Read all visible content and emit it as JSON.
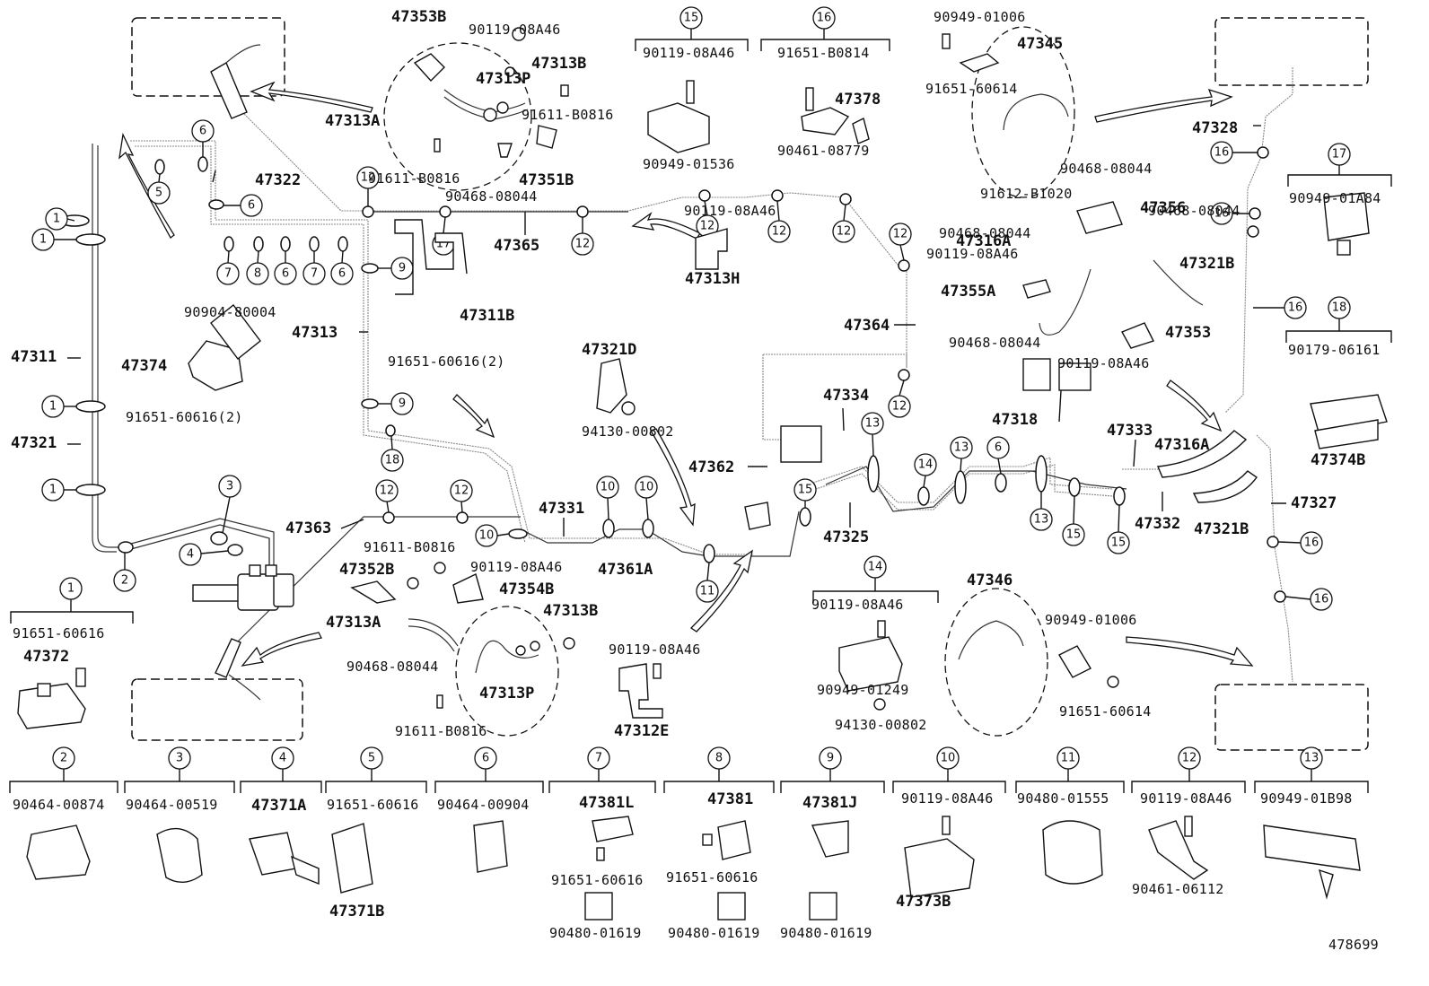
{
  "callouts": {
    "c1": "1",
    "c2": "2",
    "c3": "3",
    "c4": "4",
    "c5": "5",
    "c6": "6",
    "c7": "7",
    "c8": "8",
    "c9": "9",
    "c10": "10",
    "c11": "11",
    "c12": "12",
    "c13": "13",
    "c14": "14",
    "c15": "15",
    "c16": "16",
    "c17": "17",
    "c18": "18"
  },
  "parts": {
    "p47353B": "47353B",
    "p90119_08A46": "90119-08A46",
    "p47313B": "47313B",
    "p47313P": "47313P",
    "p47313A": "47313A",
    "p91611_B0816": "91611-B0816",
    "p47351B": "47351B",
    "p90468_08044": "90468-08044",
    "p47322": "47322",
    "p47365": "47365",
    "p90949_01536": "90949-01536",
    "p91651_B0814": "91651-B0814",
    "p47378": "47378",
    "p90461_08779": "90461-08779",
    "p90949_01006": "90949-01006",
    "p47345": "47345",
    "p91651_60614": "91651-60614",
    "p47328": "47328",
    "p91612_B1020": "91612-B1020",
    "p47356": "47356",
    "p90119_08A46b": "90119-08A46",
    "p47321B": "47321B",
    "p47355A": "47355A",
    "p47316A": "47316A",
    "p47353": "47353",
    "p90949_01A84": "90949-01A84",
    "p90179_06161": "90179-06161",
    "p47374B": "47374B",
    "p47313": "47313",
    "p47311B": "47311B",
    "p91651_60616_2": "91651-60616(2)",
    "p90904_80004": "90904-80004",
    "p47311": "47311",
    "p47374": "47374",
    "p47321": "47321",
    "p47313H": "47313H",
    "p47364": "47364",
    "p47321D": "47321D",
    "p94130_00802": "94130-00802",
    "p47334": "47334",
    "p47318": "47318",
    "p47333": "47333",
    "p47362": "47362",
    "p47325": "47325",
    "p47332": "47332",
    "p47327": "47327",
    "p47363": "47363",
    "p47331": "47331",
    "p47361A": "47361A",
    "p47352B": "47352B",
    "p47354B": "47354B",
    "p47312E": "47312E",
    "p47346": "47346",
    "p90949_01249": "90949-01249",
    "p91651_60616": "91651-60616",
    "p47372": "47372",
    "p90464_00874": "90464-00874",
    "p90464_00519": "90464-00519",
    "p47371A": "47371A",
    "p47371B": "47371B",
    "p90464_00904": "90464-00904",
    "p47381L": "47381L",
    "p47381": "47381",
    "p47381J": "47381J",
    "p90480_01619": "90480-01619",
    "p47373B": "47373B",
    "p90480_01555": "90480-01555",
    "p90461_06112": "90461-06112",
    "p90949_01B98": "90949-01B98",
    "fig_id": "478699"
  }
}
